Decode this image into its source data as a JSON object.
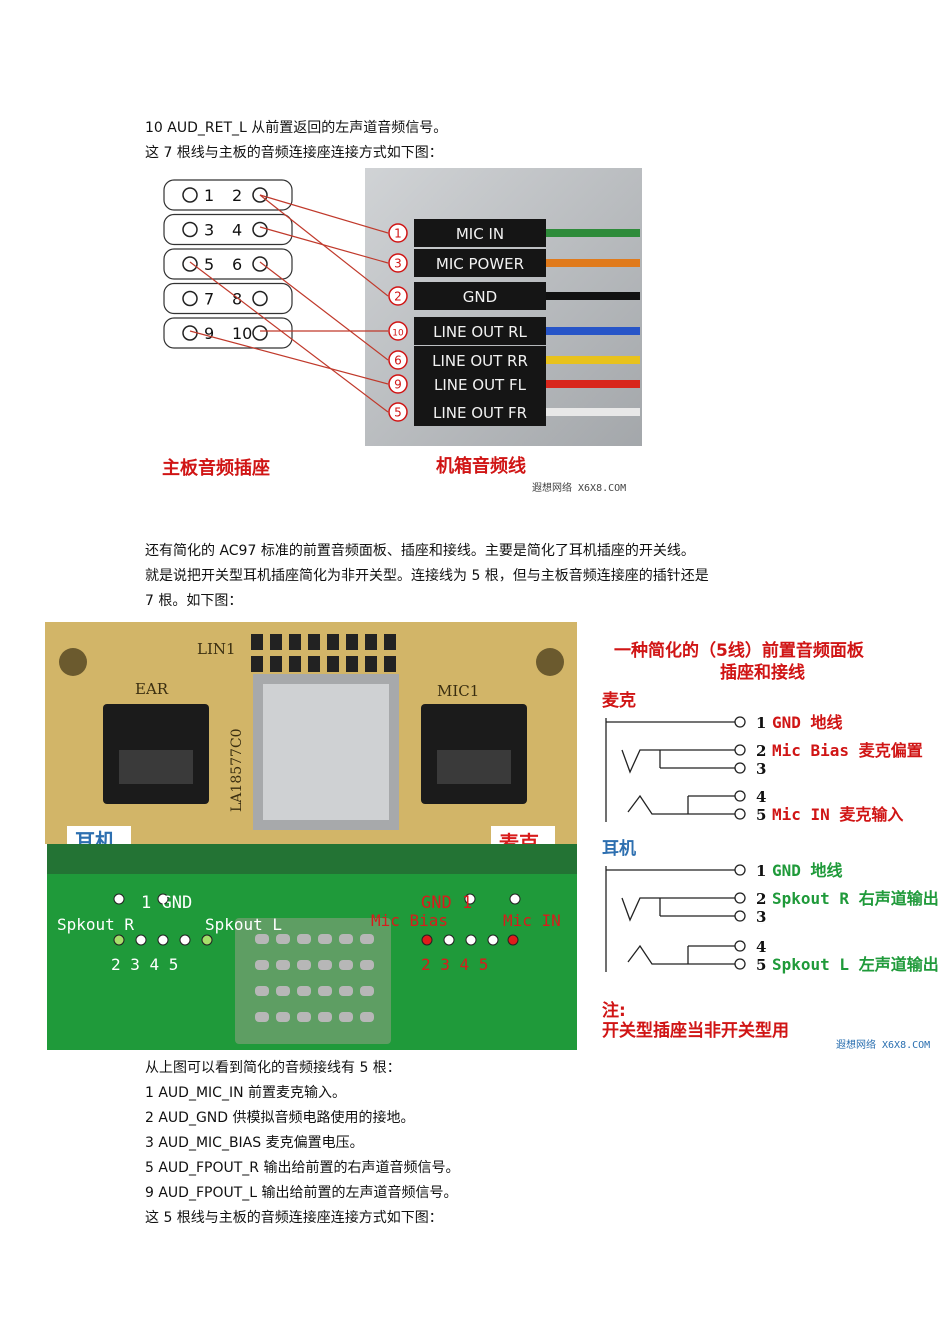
{
  "text_top": [
    "10 AUD_RET_L  从前置返回的左声道音频信号。",
    "这 7 根线与主板的音频连接座连接方式如下图："
  ],
  "fig1": {
    "pins": [
      {
        "l": "1",
        "r": "2"
      },
      {
        "l": "3",
        "r": "4"
      },
      {
        "l": "5",
        "r": "6"
      },
      {
        "l": "7",
        "r": "8"
      },
      {
        "l": "9",
        "r": "10"
      }
    ],
    "connectors": [
      {
        "num": "1",
        "label": "MIC IN",
        "wire": "#2e8b3a"
      },
      {
        "num": "3",
        "label": "MIC POWER",
        "wire": "#e07a1b"
      },
      {
        "num": "2",
        "label": "GND",
        "wire": "#111111"
      },
      {
        "num": "10",
        "label": "LINE OUT RL",
        "wire": "#2755c8"
      },
      {
        "num": "6",
        "label": "LINE OUT RR",
        "wire": "#e8c21c"
      },
      {
        "num": "9",
        "label": "LINE OUT FL",
        "wire": "#d8261c"
      },
      {
        "num": "5",
        "label": "LINE OUT FR",
        "wire": "#e8e8e8"
      }
    ],
    "caption_left": "主板音频插座",
    "caption_right": "机箱音频线",
    "watermark": "遐想网络 X6X8.COM"
  },
  "text_mid": [
    "还有简化的 AC97 标准的前置音频面板、插座和接线。主要是简化了耳机插座的开关线。",
    "就是说把开关型耳机插座简化为非开关型。连接线为 5 根，但与主板音频连接座的插针还是",
    "7 根。如下图："
  ],
  "fig2": {
    "pcb_top": {
      "lin": "LIN1",
      "ear": "EAR",
      "mic": "MIC1",
      "part": "LA18577C0",
      "label_left": "耳机",
      "label_right": "麦克"
    },
    "pcb_bottom": {
      "gnd_left": "1 GND",
      "gnd_right": "GND 1",
      "spk_r": "Spkout R",
      "spk_l": "Spkout L",
      "mic_bias": "Mic Bias",
      "mic_in": "Mic IN",
      "nums_left": "2 3   4 5",
      "nums_right": "2 3   4 5"
    },
    "schematic": {
      "title1": "一种简化的（5线）前置音频面板",
      "title2": "插座和接线",
      "mic_title": "麦克",
      "mic_pins": [
        {
          "n": "1",
          "t": "GND 地线"
        },
        {
          "n": "2",
          "t": "Mic Bias 麦克偏置"
        },
        {
          "n": "3",
          "t": ""
        },
        {
          "n": "4",
          "t": ""
        },
        {
          "n": "5",
          "t": "Mic IN 麦克输入"
        }
      ],
      "ear_title": "耳机",
      "ear_pins": [
        {
          "n": "1",
          "t": "GND 地线"
        },
        {
          "n": "2",
          "t": "Spkout R  右声道输出"
        },
        {
          "n": "3",
          "t": ""
        },
        {
          "n": "4",
          "t": ""
        },
        {
          "n": "5",
          "t": "Spkout L  左声道输出"
        }
      ],
      "note_title": "注:",
      "note_text": "开关型插座当非开关型用",
      "watermark": "遐想网络 X6X8.COM"
    }
  },
  "text_bottom": [
    "从上图可以看到简化的音频接线有 5 根：",
    "1 AUD_MIC_IN  前置麦克输入。",
    "2 AUD_GND  供模拟音频电路使用的接地。",
    "3 AUD_MIC_BIAS  麦克偏置电压。",
    "5 AUD_FPOUT_R  输出给前置的右声道音频信号。",
    "9 AUD_FPOUT_L  输出给前置的左声道音频信号。",
    "这 5 根线与主板的音频连接座连接方式如下图："
  ]
}
